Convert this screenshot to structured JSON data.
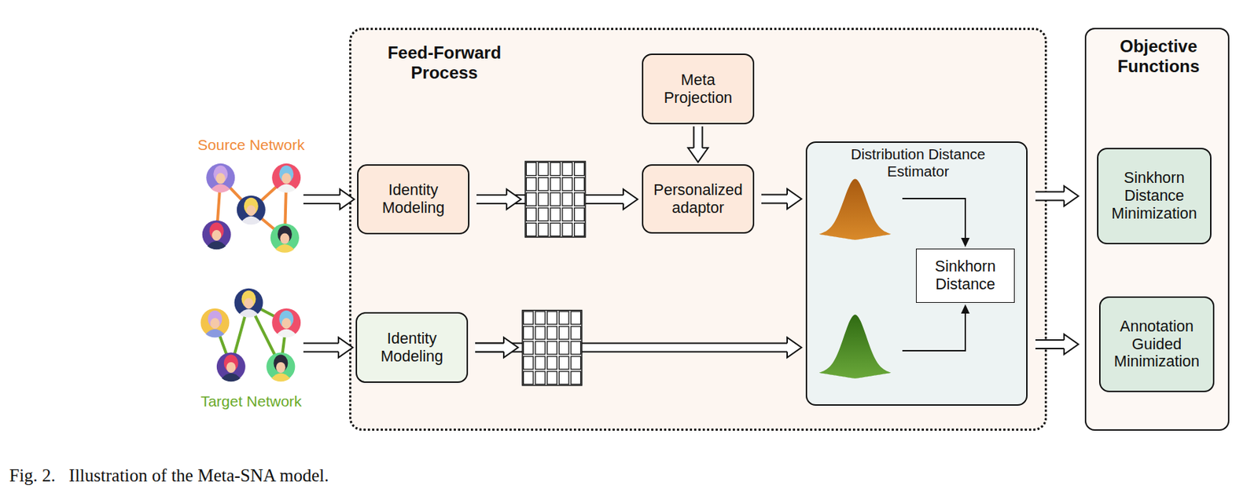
{
  "diagram": {
    "caption": "Fig. 2.   Illustration of the Meta-SNA model.",
    "nodes": [
      {
        "text": [
          "Feed-Forward Process"
        ]
      },
      {
        "text": [
          "Identity Modeling"
        ],
        "in": 0
      },
      {
        "text": [
          "Meta Projection"
        ],
        "in": 0
      },
      {
        "text": [
          "Personalized adaptor"
        ],
        "in": 0
      },
      {
        "text": [
          "Identity Modeling"
        ],
        "in": 0
      },
      {
        "text": [
          "Distribution Distance Estimator"
        ],
        "in": 0
      },
      {
        "text": [
          "Sinkhorn Distance"
        ],
        "in": 5
      },
      {
        "text": [
          "Objective Functions"
        ]
      },
      {
        "text": [
          "Sinkhorn Distance Minimization"
        ],
        "in": 7
      },
      {
        "text": [
          "Annotation Guided Minimization"
        ],
        "in": 7
      }
    ],
    "edges": [
      {
        "from": 1,
        "to": 3,
        "arrow": "to"
      },
      {
        "from": 2,
        "to": 3,
        "arrow": "to"
      },
      {
        "from": 3,
        "to": 5,
        "arrow": "to"
      },
      {
        "from": 4,
        "to": 5,
        "arrow": "to"
      },
      {
        "from": 0,
        "to": 7,
        "arrow": "to"
      },
      {
        "from": 0,
        "to": 7,
        "arrow": "to"
      }
    ],
    "labels": [
      "Source Network",
      "Target Network"
    ]
  }
}
